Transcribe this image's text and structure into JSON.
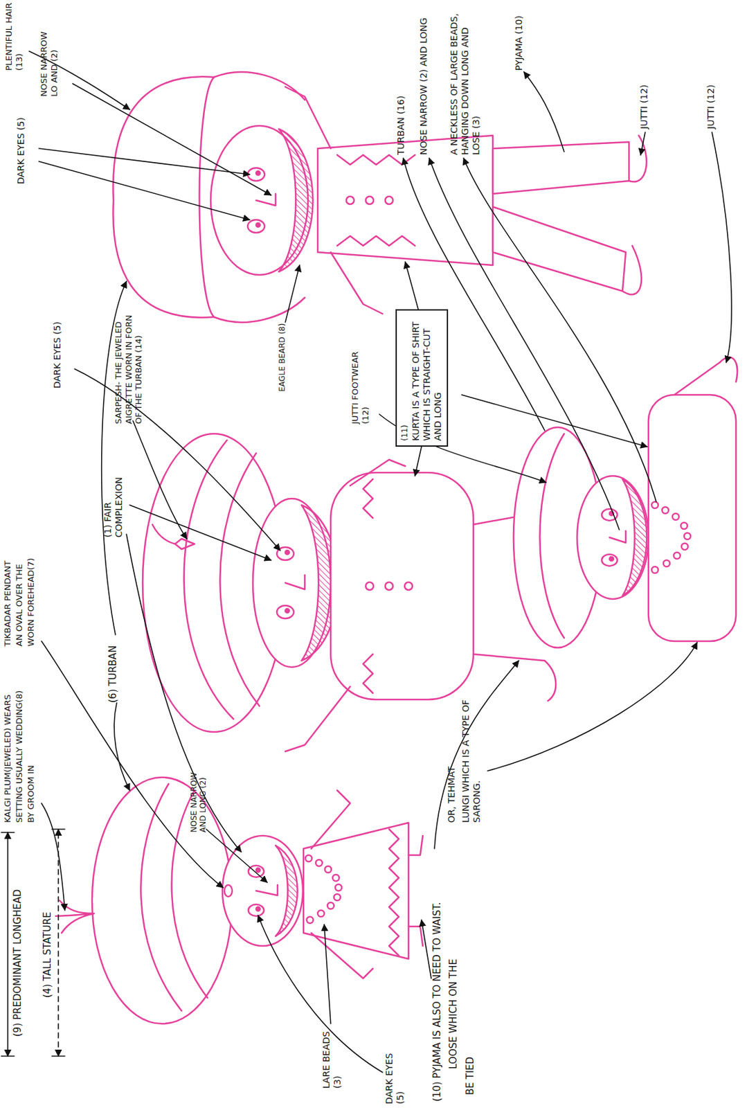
{
  "diagram": {
    "nodes": [
      {
        "text": [
          "(11)",
          "KURTA IS A TYPE OF SHIRT WHICH IS STRAIGHT-CUT AND LONG"
        ]
      }
    ],
    "labels": [
      "(9) PREDOMINANT LONGHEAD",
      "(4) TALL STATURE",
      "KALGI PLUM(JEWELED) WEARS",
      "SETTING USUALLY WEDDING(8)",
      "BY GROOM IN",
      "TIKBADAR PENDANT",
      "AN OVAL OVER THE",
      "WORN FOREHEAD(7)",
      "(6) TURBAN",
      "(1) FAIR COMPLEXION",
      "DARK EYES (5)",
      "SARPESH- THE JEWELED AIGRETTE WORN IN FORN OF THE TURBAN (14)",
      "DARK EYES (5)",
      "NOSE NARROW LO AND (2)",
      "PLENTIFUL HAIR (13)",
      "NOSE NARROW AND LONG (2)",
      "LARE BEADS (3)",
      "DARK EYES (5)",
      "EAGLE BEARD (8)",
      "JUTTI FOOTWEAR (12)",
      "(10) PYJAMA IS ALSO TO NEED TO WAIST.",
      "LOOSE WHICH ON THE",
      "BE TIED",
      "OR, TEHMAT",
      "LUNGI WHICH IS A TYPE OF SARONG.",
      "TURBAN (16)",
      "NOSE NARROW (2) AND LONG",
      "A NECKLESS OF LARGE BEADS, HANGING DOWN LONG AND LOSE (3)",
      "PYJAMA (10)",
      "JUTTI (12)",
      "JUTTI (12)"
    ]
  }
}
